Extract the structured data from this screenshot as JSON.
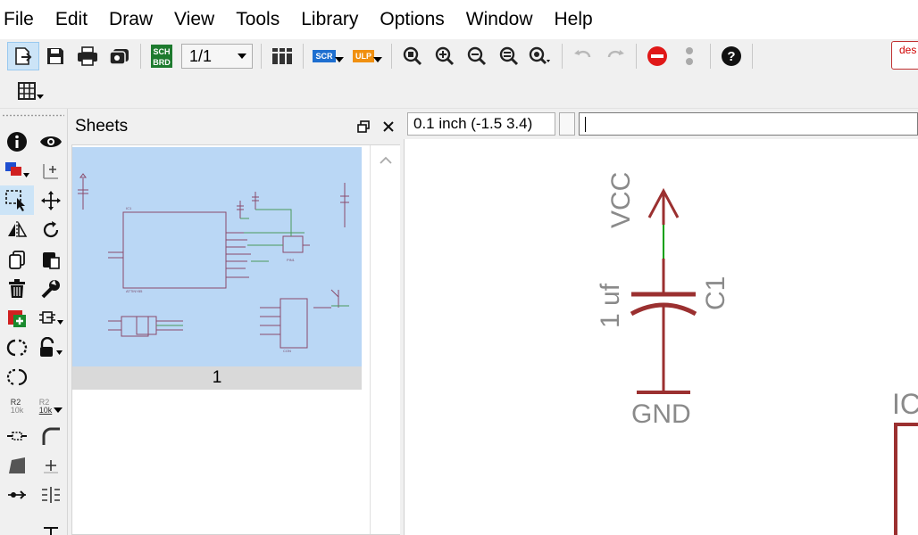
{
  "menu": [
    "File",
    "Edit",
    "Draw",
    "View",
    "Tools",
    "Library",
    "Options",
    "Window",
    "Help"
  ],
  "toolbar": {
    "sheet_combo_value": "1/1",
    "sch_brd_label_top": "SCH",
    "sch_brd_label_bottom": "BRD",
    "scr_label": "SCR",
    "ulp_label": "ULP",
    "design_button_label": "des"
  },
  "sheets_panel": {
    "title": "Sheets",
    "thumbnail_label": "1"
  },
  "coord": {
    "readout": "0.1 inch (-1.5 3.4)",
    "command": ""
  },
  "schematic": {
    "supply_label": "VCC",
    "capacitor_value": "1 uf",
    "capacitor_name": "C1",
    "ground_label": "GND",
    "ic_label": "IC"
  },
  "tools": {
    "r2_label": "R2",
    "r2_value": "10k"
  },
  "colors": {
    "net": "#9b3030",
    "pin": "#00a000",
    "label": "#8a8a8a",
    "selection": "#bad7f5",
    "accent_blue": "#1e6fd0",
    "accent_orange": "#f09010",
    "stop_red": "#e01818"
  }
}
